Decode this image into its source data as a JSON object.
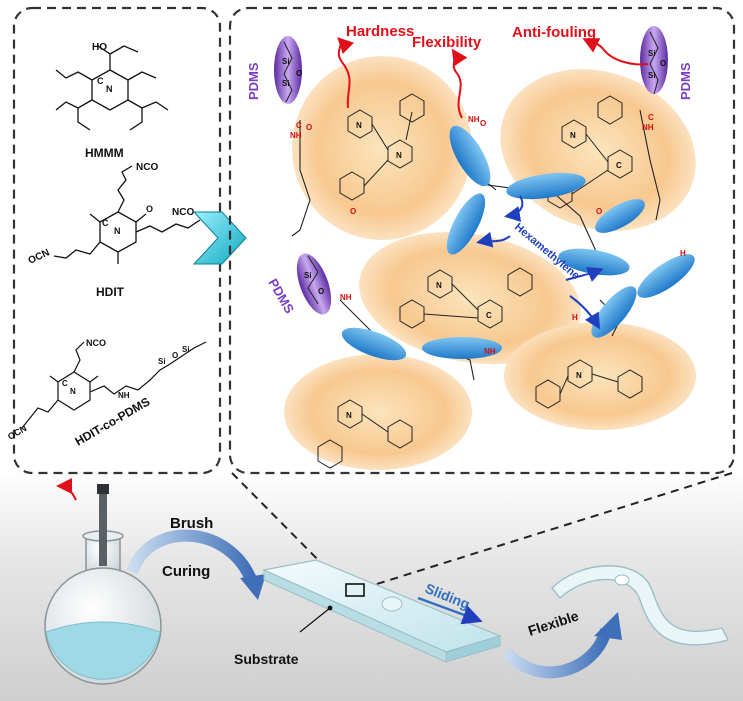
{
  "left_panel": {
    "molecules": [
      {
        "name": "HMMM",
        "atoms": {
          "ho": "HO",
          "n": "N",
          "c": "C"
        }
      },
      {
        "name": "HDIT",
        "atoms": {
          "nco1": "NCO",
          "nco2": "NCO",
          "nco3": "OCN",
          "o": "O",
          "n": "N",
          "c": "C"
        }
      },
      {
        "name": "HDIT-co-PDMS",
        "atoms": {
          "nco1": "NCO",
          "nco2": "OCN",
          "si": "Si",
          "o": "O",
          "n": "N",
          "c": "C",
          "nh": "NH"
        }
      }
    ]
  },
  "network": {
    "properties": [
      "Hardness",
      "Flexibility",
      "Anti-fouling"
    ],
    "pdms_label": "PDMS",
    "linker_label": "Hexamethylene",
    "atoms": {
      "si": "Si",
      "o": "O",
      "n": "N",
      "c": "C",
      "nh": "NH",
      "h": "H"
    }
  },
  "process": {
    "brush": "Brush",
    "curing": "Curing",
    "sliding": "Sliding",
    "substrate": "Substrate",
    "flexible": "Flexible"
  },
  "colors": {
    "accent_red": "#e0101a",
    "accent_blue": "#1f3fbf",
    "pdms_purple": "#8a4fc9",
    "segment_blue": "#3f9ee0",
    "blob_orange": "#f7c58a",
    "arrow_cyan": "#3fd0e0",
    "flask_liquid": "#9fd9e6"
  }
}
